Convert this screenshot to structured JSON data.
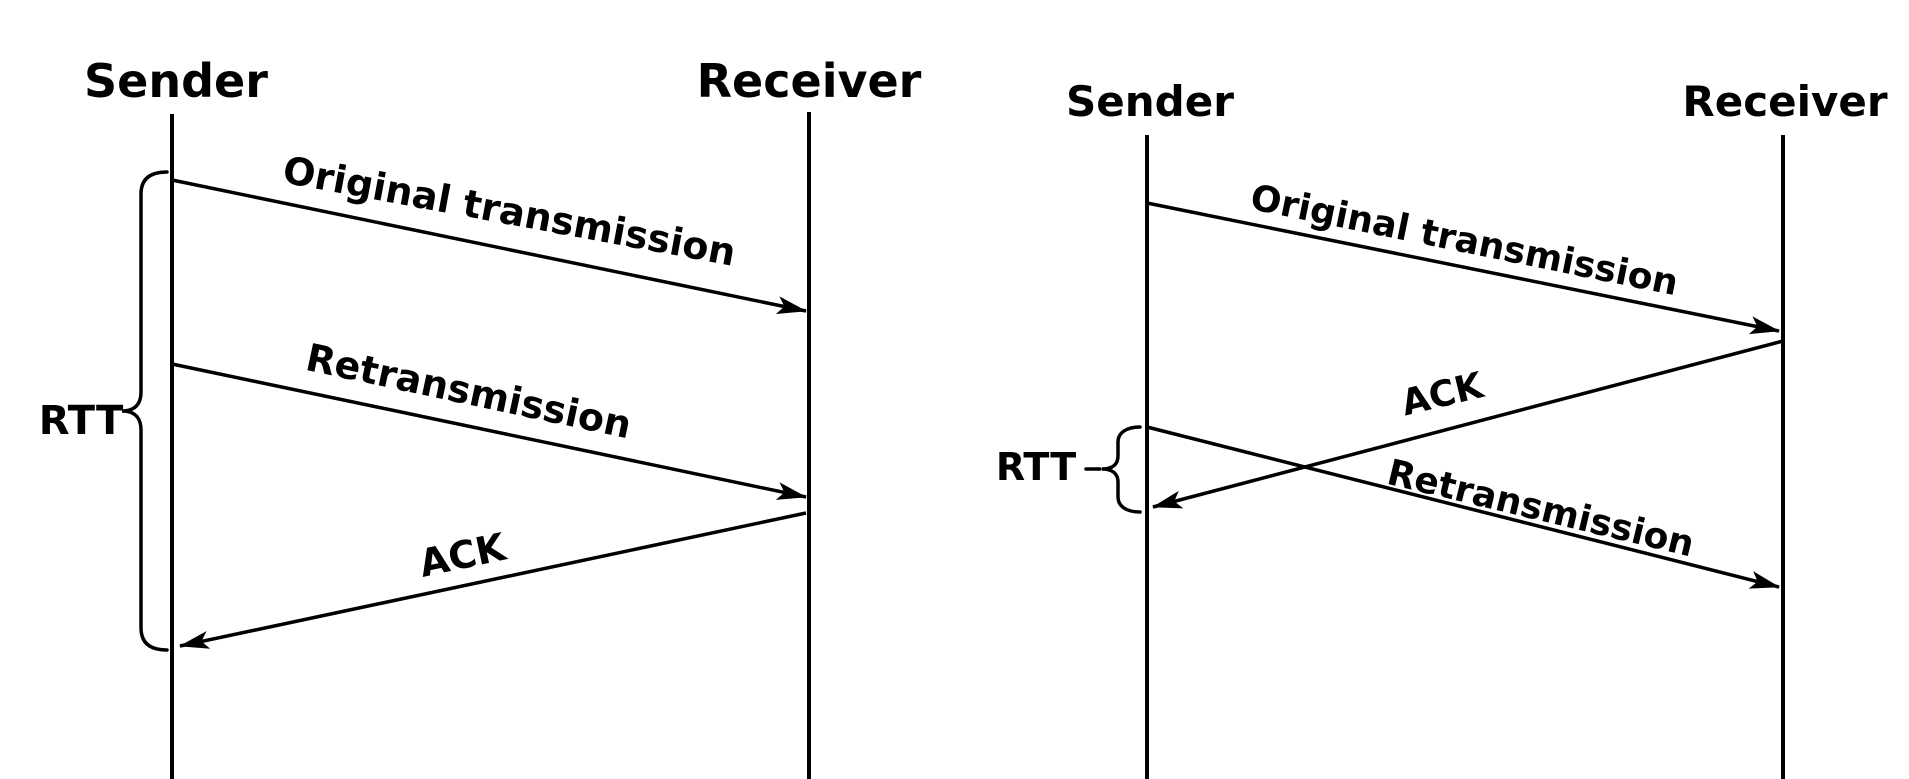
{
  "colors": {
    "ink": "#000000",
    "background": "#ffffff"
  },
  "diagrams": [
    {
      "side": "left",
      "sender_label": "Sender",
      "receiver_label": "Receiver",
      "rtt_label": "RTT",
      "messages": [
        {
          "label": "Original transmission",
          "from": "sender",
          "to": "receiver"
        },
        {
          "label": "Retransmission",
          "from": "sender",
          "to": "receiver"
        },
        {
          "label": "ACK",
          "from": "receiver",
          "to": "sender"
        }
      ],
      "rtt_brace_spans": "original-transmission-send-to-ack-arrival"
    },
    {
      "side": "right",
      "sender_label": "Sender",
      "receiver_label": "Receiver",
      "rtt_label": "RTT",
      "messages": [
        {
          "label": "Original transmission",
          "from": "sender",
          "to": "receiver"
        },
        {
          "label": "ACK",
          "from": "receiver",
          "to": "sender"
        },
        {
          "label": "Retransmission",
          "from": "sender",
          "to": "receiver"
        }
      ],
      "rtt_brace_spans": "retransmission-send-to-ack-arrival"
    }
  ]
}
